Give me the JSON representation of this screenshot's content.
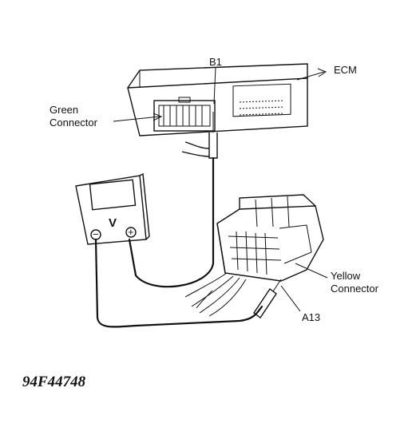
{
  "labels": {
    "ecm": "ECM",
    "b1": "B1",
    "green_line1": "Green",
    "green_line2": "Connector",
    "yellow_line1": "Yellow",
    "yellow_line2": "Connector",
    "a13": "A13",
    "meter_v": "V",
    "meter_neg": "−",
    "meter_pos": "+"
  },
  "figure_code": "94F44748"
}
